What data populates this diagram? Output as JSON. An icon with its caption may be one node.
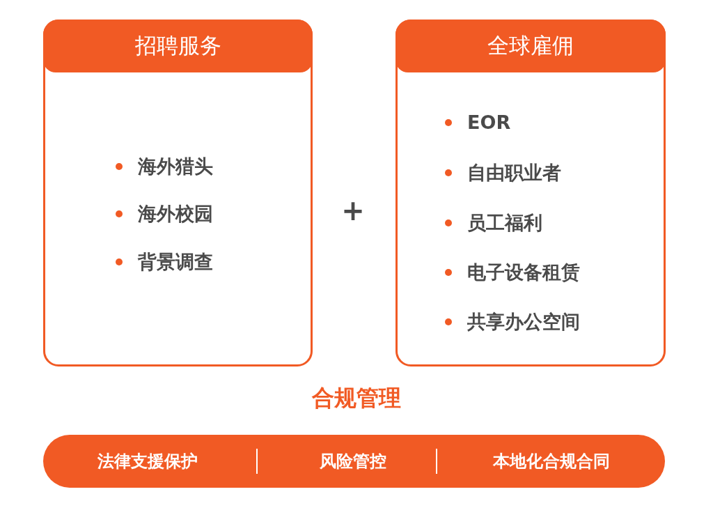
{
  "diagram": {
    "nodes": [
      {
        "text": [
          "招聘服务",
          "海外猎头",
          "海外校园",
          "背景调查"
        ]
      },
      {
        "text": [
          "全球雇佣",
          "EOR",
          "自由职业者",
          "员工福利",
          "电子设备租赁",
          "共享办公空间"
        ]
      },
      {
        "text": [
          "合规管理",
          "法律支援保护",
          "风险管控",
          "本地化合规合同"
        ]
      }
    ],
    "edges": [],
    "labels": [
      "+"
    ]
  }
}
